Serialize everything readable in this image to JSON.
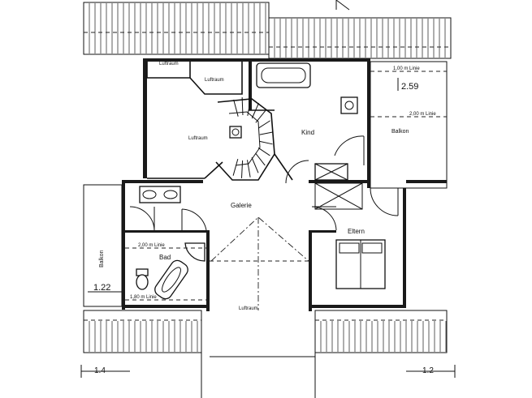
{
  "rooms": {
    "luftraum_top": "Luftraum",
    "luftraum_mid": "Luftraum",
    "luftraum_left": "Luftraum",
    "luftraum_bottom": "Luftraum",
    "kind": "Kind",
    "balkon_right": "Balkon",
    "galerie": "Galerie",
    "eltern": "Eltern",
    "bad": "Bad",
    "balkon_left": "Balkon"
  },
  "lines": {
    "linie_100": "1,00 m Linie",
    "linie_200_right": "2,00 m Linie",
    "linie_200_left": "2,00 m Linie",
    "linie_180": "1,80 m Linie"
  },
  "dimensions": {
    "d_259": "2.59",
    "d_122": "1.22",
    "d_14": "1.4",
    "d_12": "1.2"
  }
}
